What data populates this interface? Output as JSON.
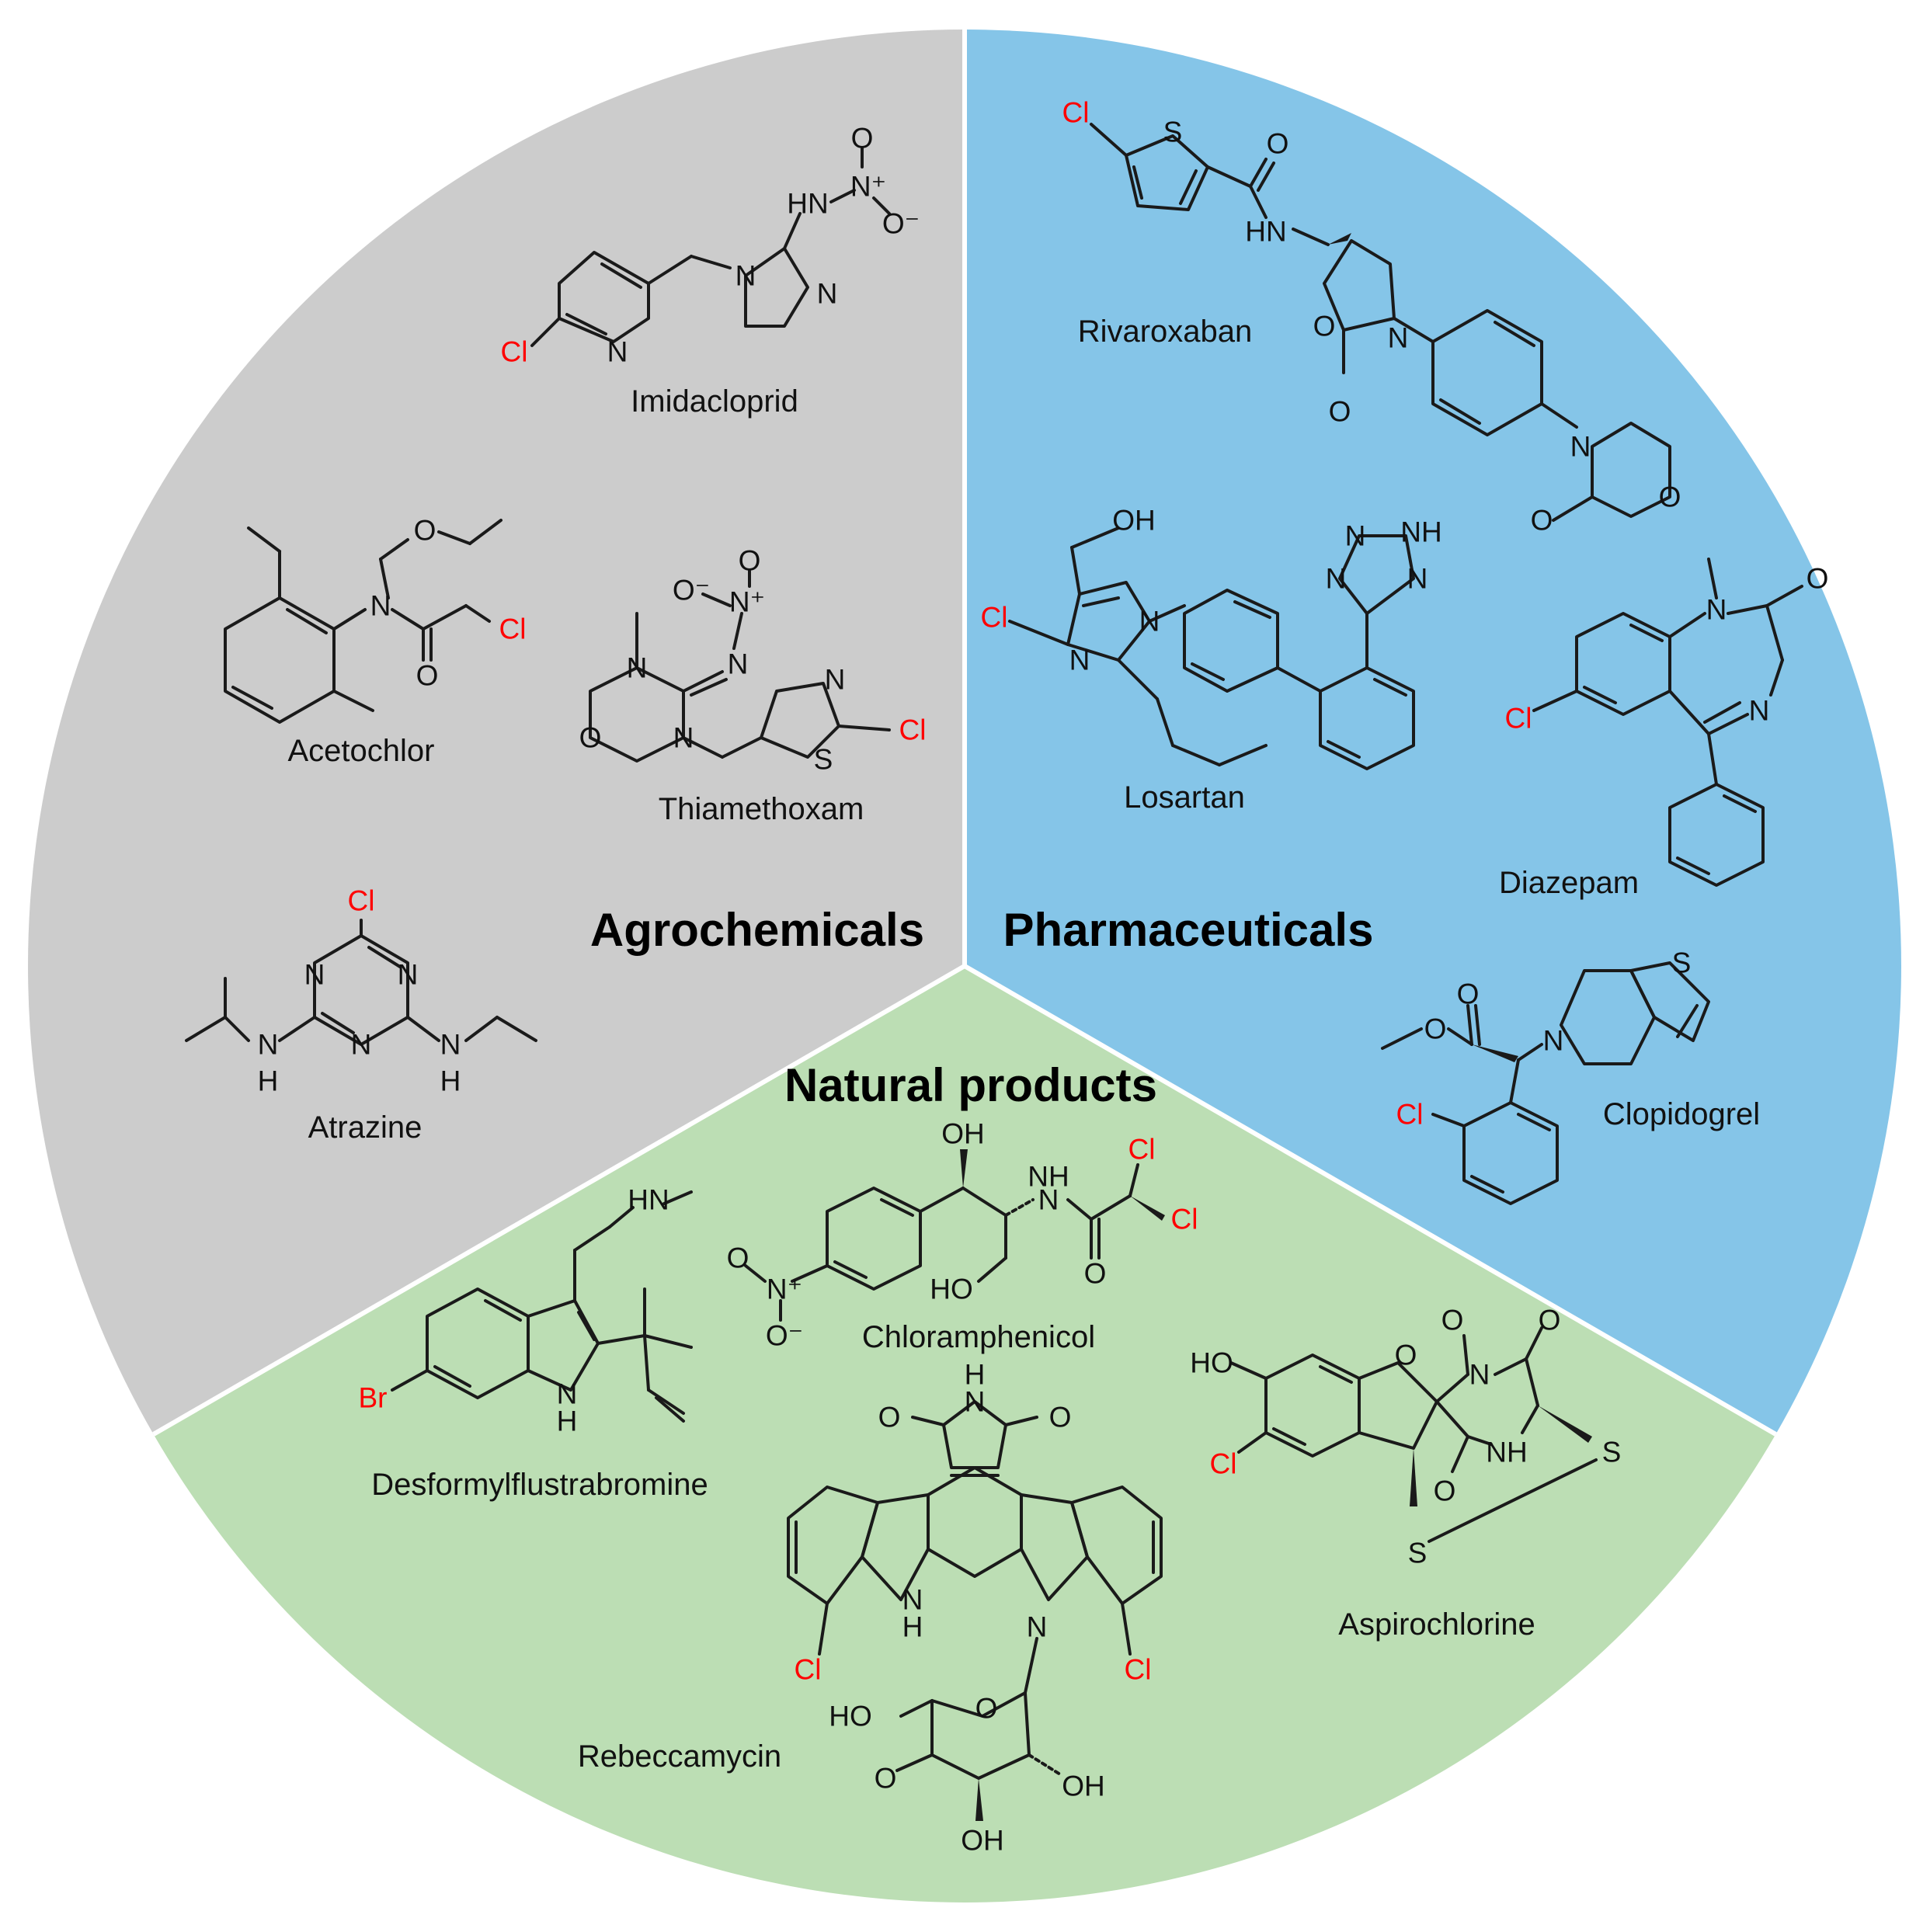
{
  "sections": [
    {
      "id": "agro",
      "title": "Agrochemicals",
      "color": "#cccccc",
      "compounds": [
        "Imidacloprid",
        "Acetochlor",
        "Thiamethoxam",
        "Atrazine"
      ]
    },
    {
      "id": "pharma",
      "title": "Pharmaceuticals",
      "color": "#85c5e8",
      "compounds": [
        "Rivaroxaban",
        "Losartan",
        "Diazepam",
        "Clopidogrel"
      ]
    },
    {
      "id": "natural",
      "title": "Natural products",
      "color": "#bcdeb4",
      "compounds": [
        "Chloramphenicol",
        "Desformylflustrabromine",
        "Rebeccamycin",
        "Aspirochlorine"
      ]
    }
  ],
  "atoms": {
    "cl": "Cl",
    "br": "Br",
    "n": "N",
    "o": "O",
    "s": "S",
    "nh": "NH",
    "hn": "HN",
    "h": "H",
    "oh": "OH",
    "ho": "HO",
    "nplus": "N⁺",
    "ominus": "O⁻"
  },
  "colors": {
    "halogen": "#ff0000",
    "divider": "#ffffff",
    "structure": "#1a1a1a"
  }
}
